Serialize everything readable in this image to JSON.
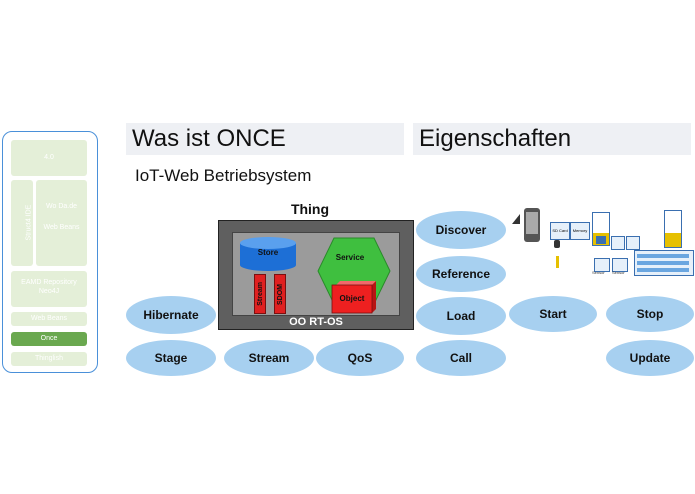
{
  "sidebar": {
    "items": [
      {
        "label": "4.0"
      },
      {
        "label": "Struct4 IDE"
      },
      {
        "label": "Wo Da.de"
      },
      {
        "label": "Web Beans"
      },
      {
        "label": "EAMD Repository Neo4J"
      },
      {
        "label": "Web Beans"
      },
      {
        "label": "Once"
      },
      {
        "label": "Thinglish"
      }
    ]
  },
  "left_heading": "Was ist ONCE",
  "right_heading": "Eigenschaften",
  "subtitle": "IoT-Web Betriebsystem",
  "diagram": {
    "title": "Thing",
    "store": "Store",
    "stream": "Stream",
    "sdom": "SDOM",
    "service": "Service",
    "object": "Object",
    "os": "OO RT-OS"
  },
  "left_ellipses": [
    "Hibernate",
    "Stage",
    "Stream",
    "QoS"
  ],
  "right_ellipses": {
    "discover": "Discover",
    "reference": "Reference",
    "load": "Load",
    "call": "Call",
    "start": "Start",
    "stop": "Stop",
    "update": "Update"
  },
  "devices": {
    "sd_card": "SD Card",
    "memory": "Memory",
    "sensor1": "Sensor",
    "sensor2": "Sensor"
  },
  "colors": {
    "ellipse": "#a7d0f0",
    "store": "#1d6fd6",
    "stream": "#e02020",
    "service": "#3fbf3f",
    "object": "#ee2020",
    "active_nav": "#6aa84f"
  }
}
